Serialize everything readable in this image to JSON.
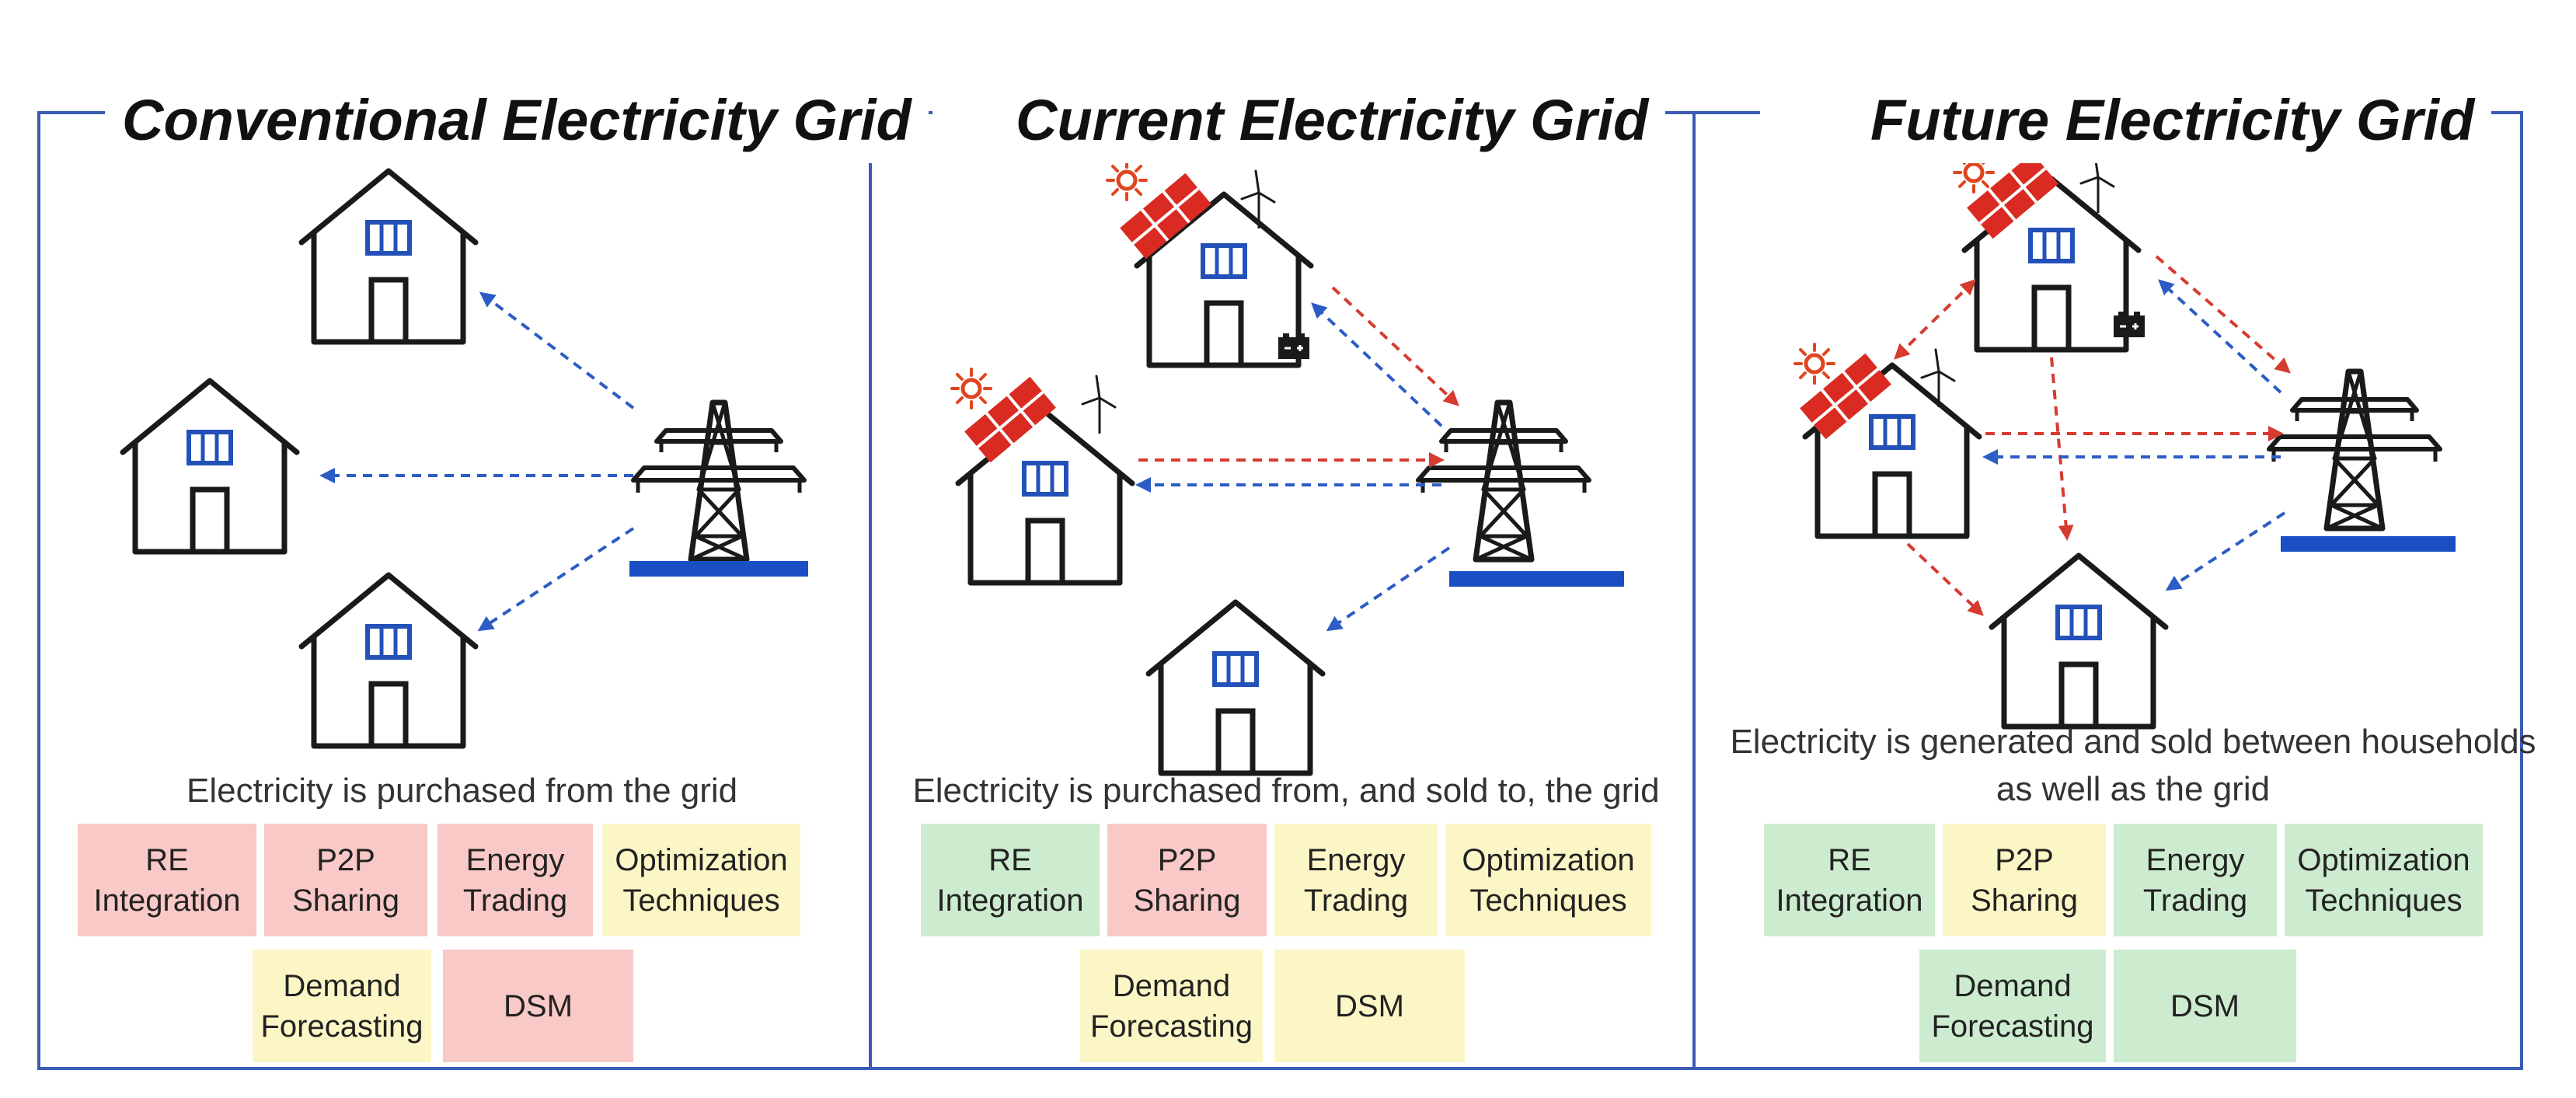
{
  "panels": [
    {
      "title": "Conventional Electricity Grid",
      "caption_lines": [
        "Electricity is purchased from the grid"
      ],
      "features": [
        {
          "line1": "RE",
          "line2": "Integration",
          "status": "red"
        },
        {
          "line1": "P2P",
          "line2": "Sharing",
          "status": "red"
        },
        {
          "line1": "Energy",
          "line2": "Trading",
          "status": "red"
        },
        {
          "line1": "Optimization",
          "line2": "Techniques",
          "status": "yellow"
        },
        {
          "line1": "Demand",
          "line2": "Forecasting",
          "status": "yellow"
        },
        {
          "line1": "DSM",
          "line2": "",
          "status": "red"
        }
      ]
    },
    {
      "title": "Current Electricity Grid",
      "caption_lines": [
        "Electricity is purchased from, and sold to, the grid"
      ],
      "features": [
        {
          "line1": "RE",
          "line2": "Integration",
          "status": "green"
        },
        {
          "line1": "P2P",
          "line2": "Sharing",
          "status": "red"
        },
        {
          "line1": "Energy",
          "line2": "Trading",
          "status": "yellow"
        },
        {
          "line1": "Optimization",
          "line2": "Techniques",
          "status": "yellow"
        },
        {
          "line1": "Demand",
          "line2": "Forecasting",
          "status": "yellow"
        },
        {
          "line1": "DSM",
          "line2": "",
          "status": "yellow"
        }
      ]
    },
    {
      "title": "Future Electricity Grid",
      "caption_lines": [
        "Electricity is generated and sold between households",
        "as well as the grid"
      ],
      "features": [
        {
          "line1": "RE",
          "line2": "Integration",
          "status": "green"
        },
        {
          "line1": "P2P",
          "line2": "Sharing",
          "status": "yellow"
        },
        {
          "line1": "Energy",
          "line2": "Trading",
          "status": "green"
        },
        {
          "line1": "Optimization",
          "line2": "Techniques",
          "status": "green"
        },
        {
          "line1": "Demand",
          "line2": "Forecasting",
          "status": "green"
        },
        {
          "line1": "DSM",
          "line2": "",
          "status": "green"
        }
      ]
    }
  ],
  "colors": {
    "frame": "#3b5bb5",
    "grid_flow": "#2c5cc5",
    "household_flow": "#d63b2f",
    "window": "#2351b8",
    "solar": "#d92b22",
    "sun": "#e0451f",
    "base": "#1a4fc4"
  }
}
